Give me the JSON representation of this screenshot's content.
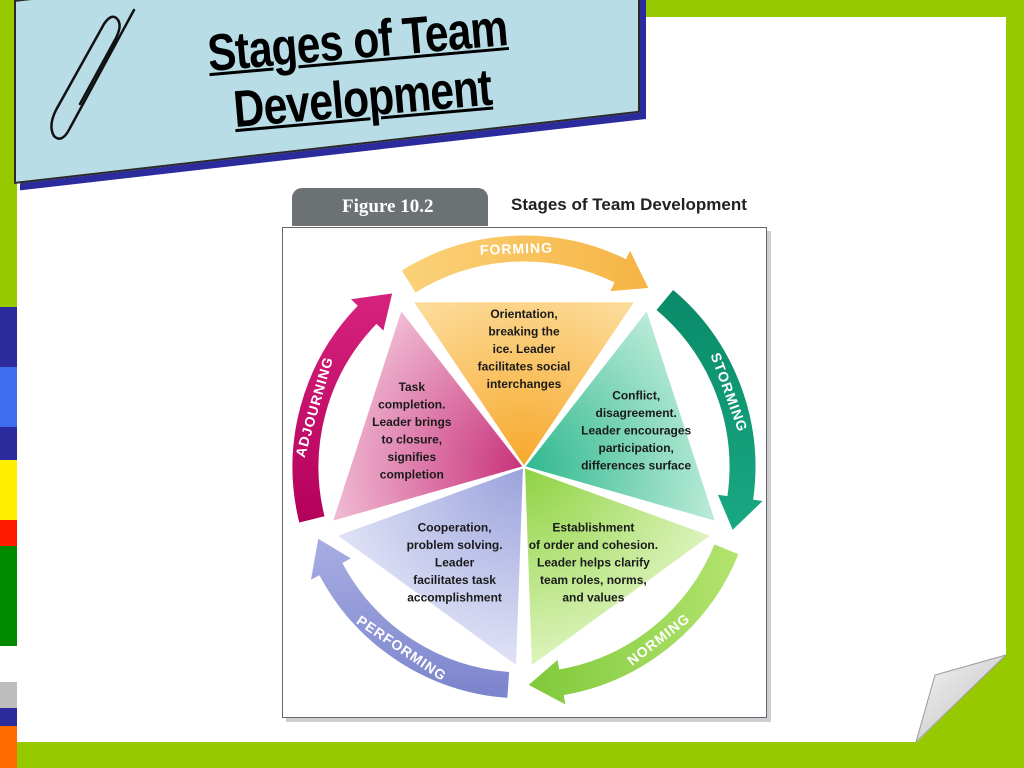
{
  "title": {
    "line1": "Stages of Team",
    "line2": "Development"
  },
  "figure": {
    "number": "Figure 10.2",
    "title": "Stages of Team Development"
  },
  "stages": [
    {
      "name": "FORMING",
      "lines": [
        "Orientation,",
        "breaking the",
        "ice. Leader",
        "facilitates social",
        "interchanges"
      ]
    },
    {
      "name": "STORMING",
      "lines": [
        "Conflict,",
        "disagreement.",
        "Leader encourages",
        "participation,",
        "differences surface"
      ]
    },
    {
      "name": "NORMING",
      "lines": [
        "Establishment",
        "of order and cohesion.",
        "Leader helps clarify",
        "team roles, norms,",
        "and values"
      ]
    },
    {
      "name": "PERFORMING",
      "lines": [
        "Cooperation,",
        "problem solving.",
        "Leader",
        "facilitates task",
        "accomplishment"
      ]
    },
    {
      "name": "ADJOURNING",
      "lines": [
        "Task",
        "completion.",
        "Leader brings",
        "to closure,",
        "signifies",
        "completion"
      ]
    }
  ],
  "colors": {
    "background": "#97c900",
    "banner": "#b8dde6",
    "banner_shadow": "#2b2b9e",
    "forming": "#f9c056",
    "storming": "#0f9c77",
    "norming": "#9ad64a",
    "performing": "#8f98d6",
    "adjourning": "#c0136a"
  }
}
